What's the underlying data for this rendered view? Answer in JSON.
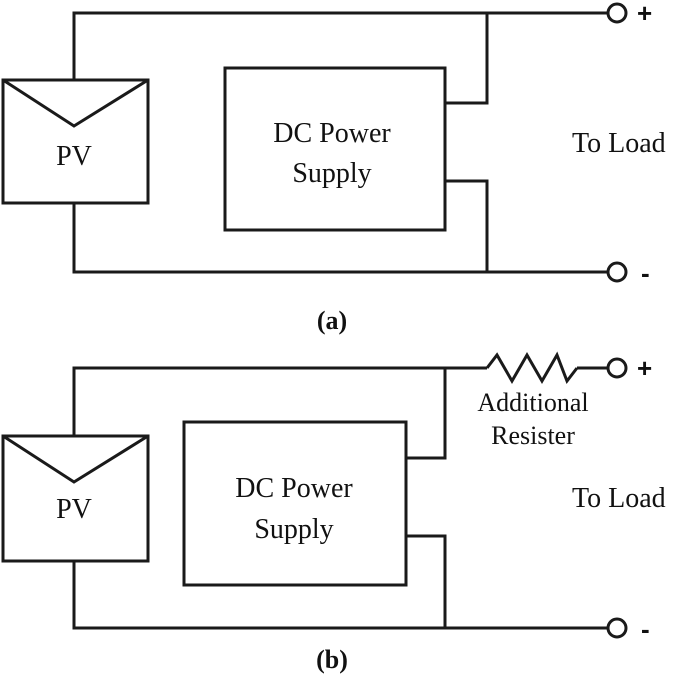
{
  "panel_a": {
    "pv_label": "PV",
    "supply_line1": "DC Power",
    "supply_line2": "Supply",
    "load_label": "To Load",
    "plus_label": "+",
    "minus_label": "-",
    "caption": "(a)"
  },
  "panel_b": {
    "pv_label": "PV",
    "supply_line1": "DC Power",
    "supply_line2": "Supply",
    "load_label": "To Load",
    "resistor_line1": "Additional",
    "resistor_line2": "Resister",
    "plus_label": "+",
    "minus_label": "-",
    "caption": "(b)"
  },
  "colors": {
    "line": "#1a1a1a",
    "background": "#ffffff"
  }
}
